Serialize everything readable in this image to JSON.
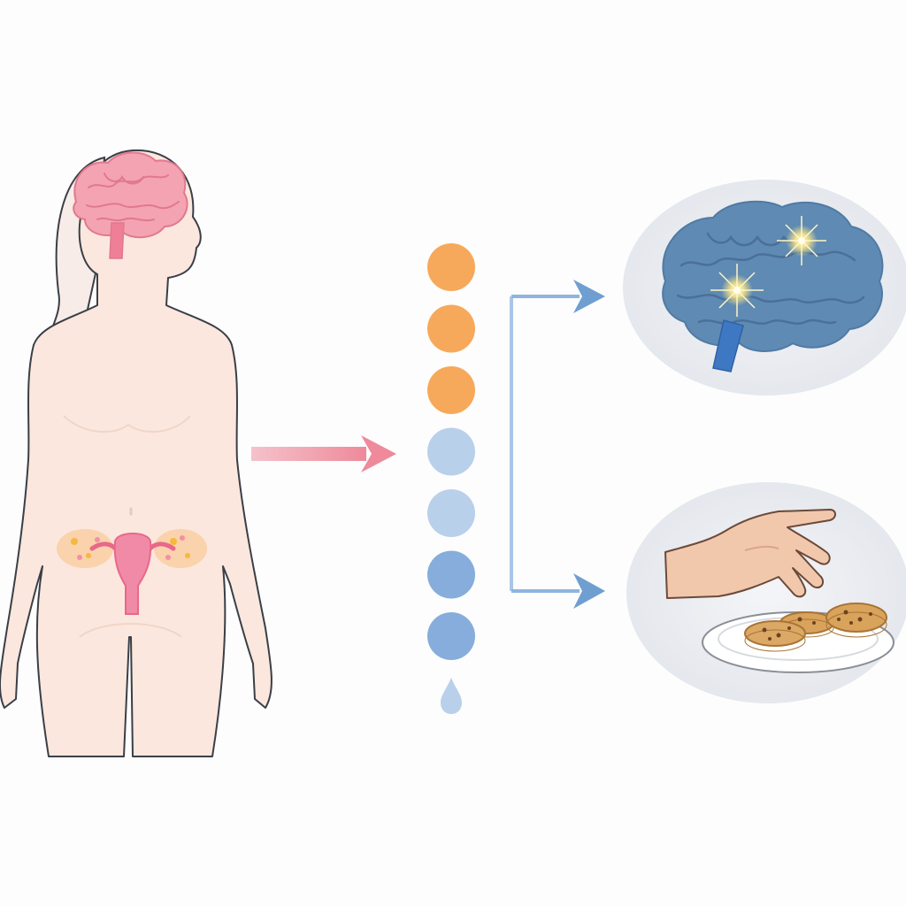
{
  "diagram": {
    "colors": {
      "background": "#fdfdfd",
      "skin": "#fbe7dd",
      "outline": "#3a3f47",
      "brain_pink": "#f0909f",
      "uterus_pink": "#e8688a",
      "ovary_orange": "#f7c79a",
      "hormone_orange": "#f6a95a",
      "hormone_light_blue": "#b9d0ea",
      "hormone_blue": "#86addb",
      "arrow_pink": "#f0909f",
      "arrow_blue": "#6f9fd0",
      "brain_blue": "#5f8ab3",
      "circle_bg": "#e7e9ee",
      "cookie": "#d9a35c",
      "hand": "#f2c8ad"
    },
    "hormone_dots": [
      {
        "level": "high",
        "color": "orange"
      },
      {
        "level": "high",
        "color": "orange"
      },
      {
        "level": "high",
        "color": "orange"
      },
      {
        "level": "low",
        "color": "light-blue"
      },
      {
        "level": "low",
        "color": "light-blue"
      },
      {
        "level": "low",
        "color": "blue"
      },
      {
        "level": "low",
        "color": "blue"
      }
    ],
    "icons": {
      "body": "female-body-icon",
      "body_brain": "brain-icon",
      "reproductive": "uterus-ovaries-icon",
      "droplet": "droplet-icon",
      "outcome_brain": "glowing-brain-icon",
      "outcome_food": "hand-reaching-cookies-icon"
    }
  }
}
